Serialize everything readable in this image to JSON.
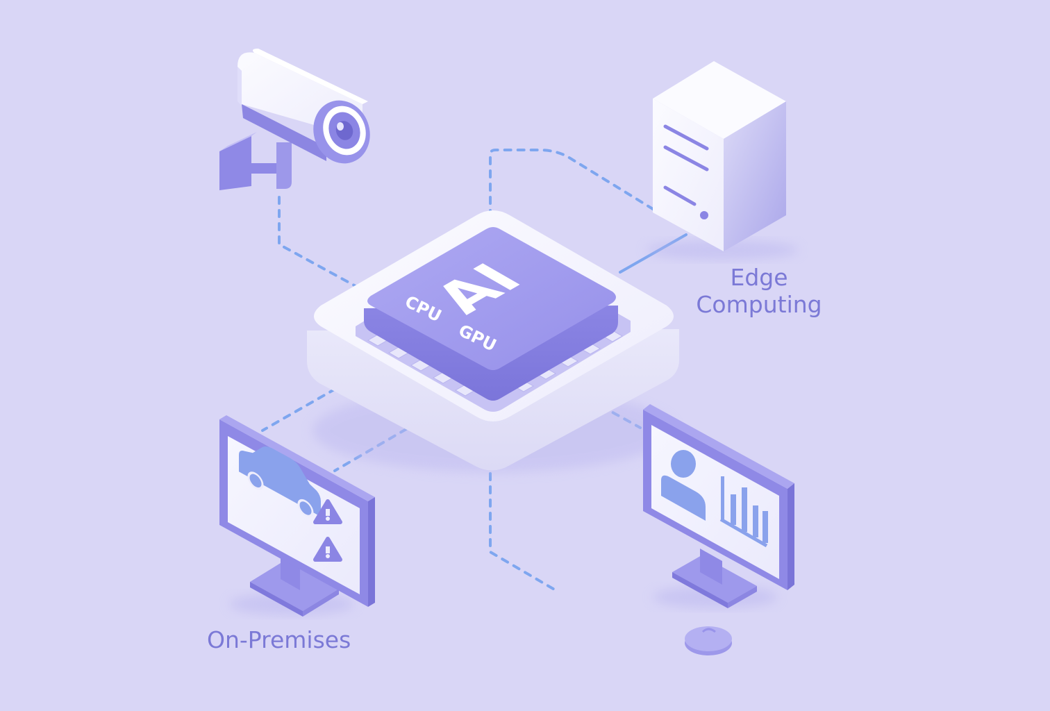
{
  "diagram": {
    "chip": {
      "main_label": "AI",
      "sub_label_left": "CPU",
      "sub_label_right": "GPU"
    },
    "labels": {
      "edge_line1": "Edge",
      "edge_line2": "Computing",
      "on_premises": "On-Premises"
    },
    "icons": {
      "camera": "security-camera-icon",
      "server": "server-tower-icon",
      "monitor_left": "monitor-car-warning-icon",
      "monitor_right": "monitor-user-chart-icon",
      "mouse": "mouse-icon"
    },
    "colors": {
      "background": "#d9d6f6",
      "accent": "#8b85e6",
      "accent_dark": "#7470d2",
      "light": "#f3f2fd",
      "connector": "#7ea6ef",
      "label": "#7b79d6"
    }
  }
}
